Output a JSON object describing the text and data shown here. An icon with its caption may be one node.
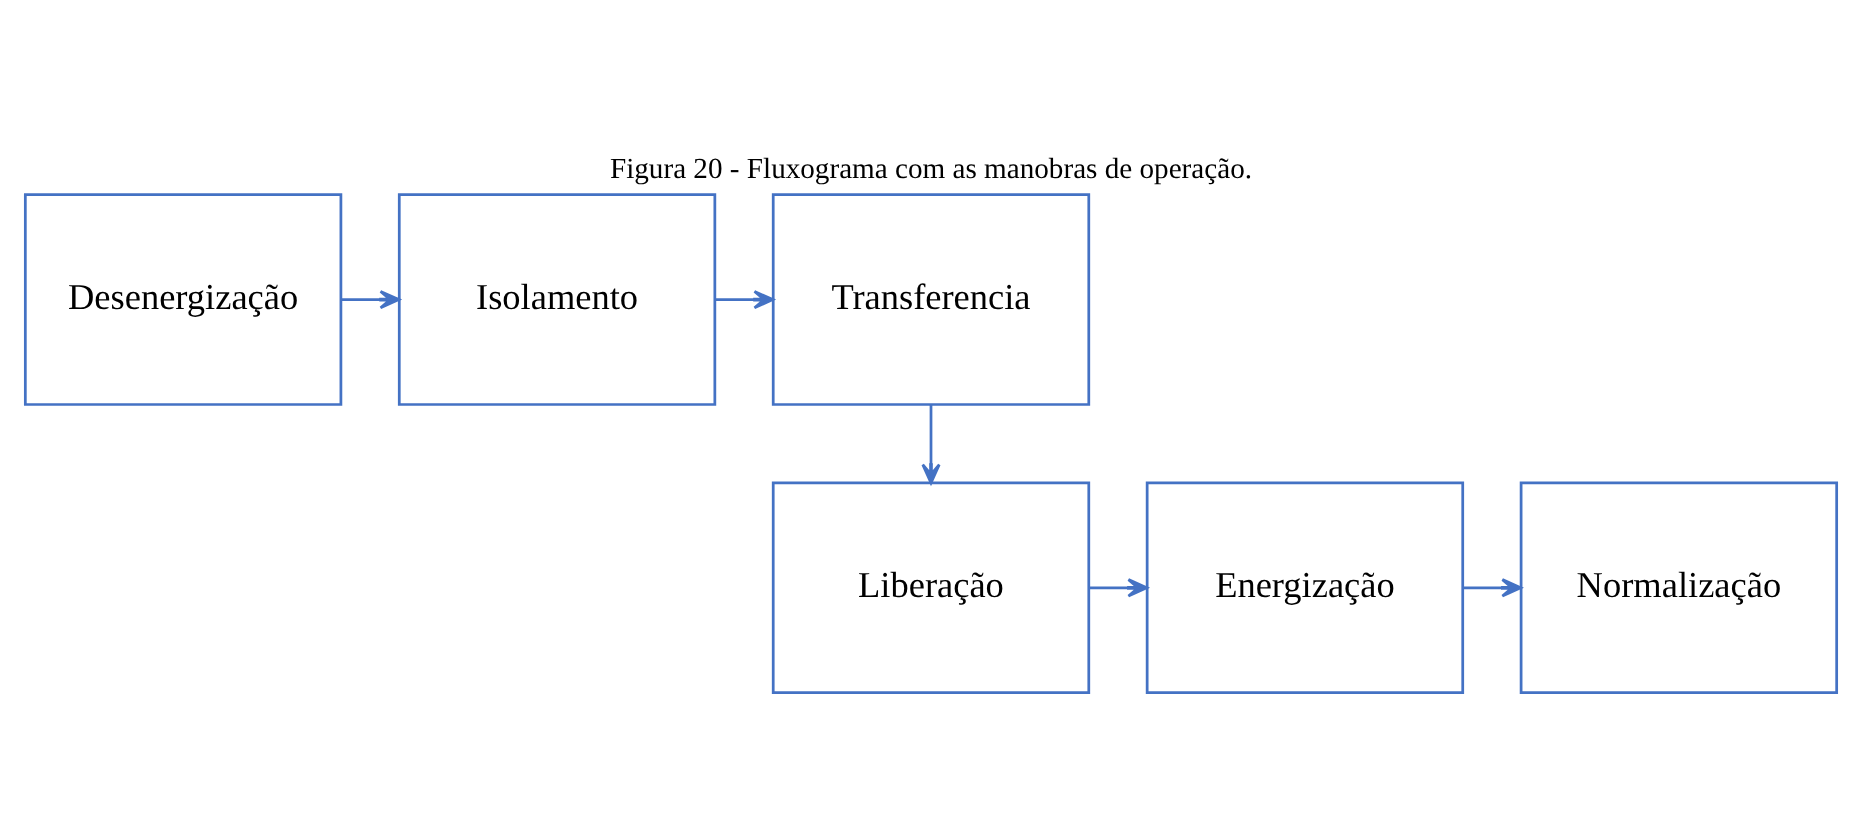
{
  "diagram": {
    "title": "Figura 20 - Fluxograma com as manobras de operação.",
    "nodes": [
      {
        "text": [
          "Desenergização"
        ]
      },
      {
        "text": [
          "Isolamento"
        ]
      },
      {
        "text": [
          "Transferencia"
        ]
      },
      {
        "text": [
          "Liberação"
        ]
      },
      {
        "text": [
          "Energização"
        ]
      },
      {
        "text": [
          "Normalização"
        ]
      }
    ],
    "edges": [
      {
        "from": 0,
        "to": 1,
        "arrow": "to"
      },
      {
        "from": 1,
        "to": 2,
        "arrow": "to"
      },
      {
        "from": 2,
        "to": 3,
        "arrow": "to"
      },
      {
        "from": 3,
        "to": 4,
        "arrow": "to"
      },
      {
        "from": 4,
        "to": 5,
        "arrow": "to"
      }
    ]
  }
}
